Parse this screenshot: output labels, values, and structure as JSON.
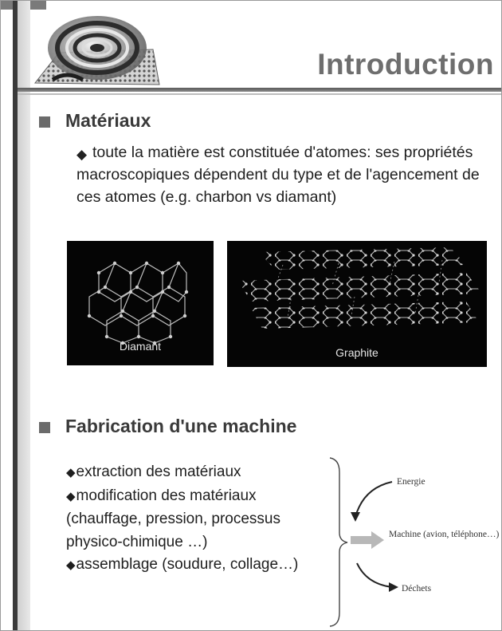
{
  "slide": {
    "title": "Introduction"
  },
  "section1": {
    "heading": "Matériaux",
    "bullet_text": "toute la matière est constituée d'atomes: ses propriétés macroscopiques dépendent du type et de l'agencement de ces atomes (e.g. charbon vs diamant)",
    "images": [
      {
        "caption": "Diamant"
      },
      {
        "caption": "Graphite"
      }
    ]
  },
  "section2": {
    "heading": "Fabrication d'une machine",
    "items": [
      "extraction des matériaux",
      "modification des matériaux (chauffage, pression, processus physico-chimique …)",
      "assemblage (soudure, collage…)"
    ],
    "diagram": {
      "energy_label": "Energie",
      "machine_label": "Machine (avion, téléphone…)",
      "waste_label": "Déchets"
    }
  },
  "colors": {
    "title": "#6e6e6e",
    "bullet_square": "#6b6b6b",
    "left_bar": "#3a3a3a",
    "image_background": "#050505",
    "machine_arrow": "#b8b8b8"
  },
  "icons": {
    "section_bullet": "filled-square-bullet",
    "item_bullet": "black-diamond-bullet"
  }
}
